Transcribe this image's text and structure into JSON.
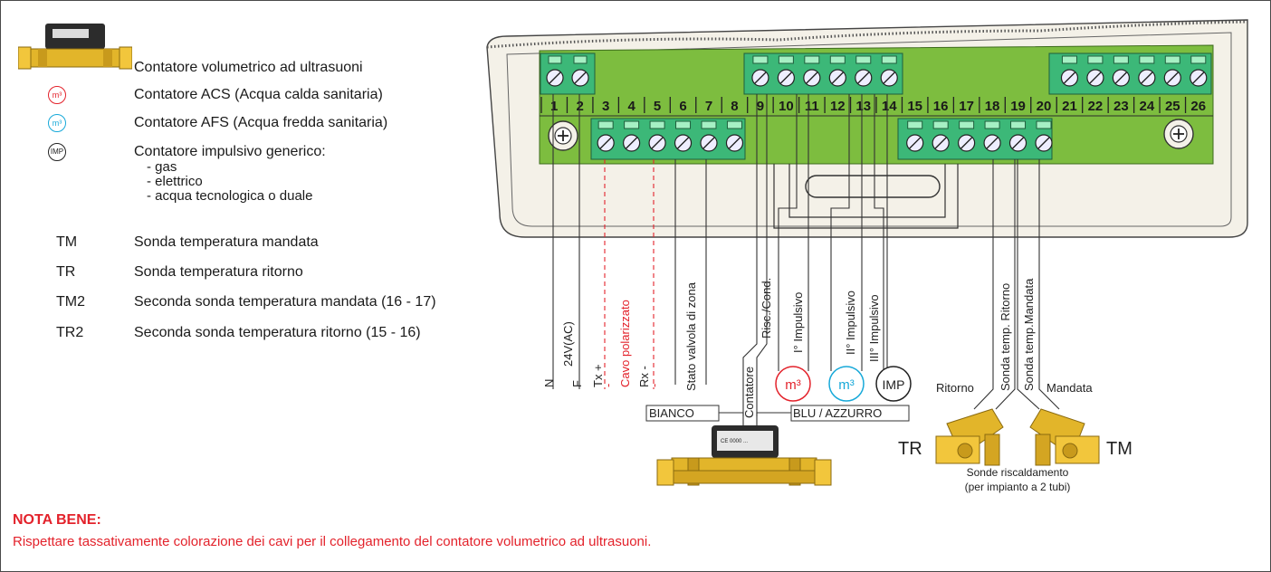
{
  "legend": {
    "ultrasonic": "Contatore volumetrico ad ultrasuoni",
    "acs_symbol": "m³",
    "acs": "Contatore ACS (Acqua calda  sanitaria)",
    "afs_symbol": "m³",
    "afs": "Contatore AFS (Acqua fredda sanitaria)",
    "imp_symbol": "IMP",
    "imp": "Contatore impulsivo generico:",
    "imp_items": [
      "- gas",
      "- elettrico",
      "- acqua tecnologica o duale"
    ],
    "tm_code": "TM",
    "tm": "Sonda temperatura mandata",
    "tr_code": "TR",
    "tr": "Sonda temperatura ritorno",
    "tm2_code": "TM2",
    "tm2": "Seconda sonda temperatura mandata (16 - 17)",
    "tr2_code": "TR2",
    "tr2": "Seconda sonda temperatura ritorno (15 - 16)"
  },
  "terminals": [
    "1",
    "2",
    "3",
    "4",
    "5",
    "6",
    "7",
    "8",
    "9",
    "10",
    "11",
    "12",
    "13",
    "14",
    "15",
    "16",
    "17",
    "18",
    "19",
    "20",
    "21",
    "22",
    "23",
    "24",
    "25",
    "26"
  ],
  "wires": {
    "n": "N",
    "v24": "24V(AC)",
    "f": "F",
    "txp": "Tx +",
    "txm": "-",
    "cavo": "Cavo polarizzato",
    "rx": "Rx -",
    "rxm": "-",
    "stato": "Stato valvola di zona",
    "contatore": "Contatore",
    "risc": "Risc./Cond.",
    "imp1": "I° Impulsivo",
    "imp2": "II° Impulsivo",
    "imp3": "III° Impulsivo",
    "ritorno_probe": "Sonda temp. Ritorno",
    "mandata_probe": "Sonda temp.Mandata"
  },
  "meters": {
    "m1": "m³",
    "m2": "m³",
    "imp": "IMP"
  },
  "cables": {
    "bianco": "BIANCO",
    "blu": "BLU / AZZURRO"
  },
  "probes": {
    "ritorno": "Ritorno",
    "mandata": "Mandata",
    "tr": "TR",
    "tm": "TM",
    "caption1": "Sonde riscaldamento",
    "caption2": "(per impianto a 2 tubi)"
  },
  "device_label": "CE 0000 ...",
  "note": {
    "title": "NOTA BENE:",
    "text": "Rispettare tassativamente colorazione dei cavi per il collegamento del contatore volumetrico ad ultrasuoni."
  },
  "colors": {
    "board": "#7dbd3f",
    "terminal": "#3cb878",
    "red": "#e3222b",
    "cyan": "#17a9d9",
    "brass": "#e2b52a",
    "case": "#f4f1e8"
  }
}
